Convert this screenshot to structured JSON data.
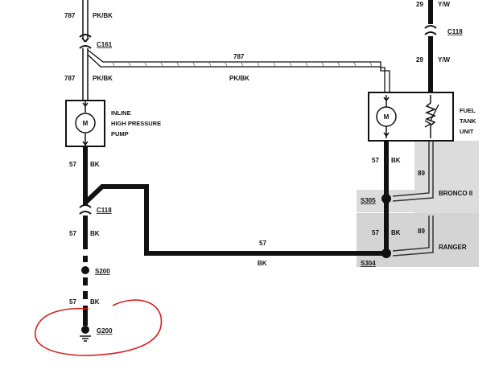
{
  "wires": {
    "left_top_circuit": "787",
    "left_top_color": "PK/BK",
    "left_mid_circuit": "787",
    "left_mid_color": "PK/BK",
    "cross_circuit": "787",
    "cross_color": "PK/BK",
    "left_57_a_circuit": "57",
    "left_57_a_color": "BK",
    "left_57_b_circuit": "57",
    "left_57_b_color": "BK",
    "left_57_c_circuit": "57",
    "left_57_c_color": "BK",
    "right_top_circuit": "29",
    "right_top_color": "Y/W",
    "right_mid_circuit": "29",
    "right_mid_color": "Y/W",
    "right_57_a_circuit": "57",
    "right_57_a_color": "BK",
    "right_57_b_circuit": "57",
    "right_57_b_color": "BK",
    "bottom_circuit": "57",
    "bottom_color": "BK",
    "sender_a_circuit": "89",
    "sender_b_circuit": "89"
  },
  "connectors": {
    "c161": "C161",
    "c118_left": "C118",
    "c118_right": "C118"
  },
  "splices": {
    "s200": "S200",
    "s305": "S305",
    "s304": "S304"
  },
  "ground": "G200",
  "components": {
    "pump_label": [
      "INLINE",
      "HIGH PRESSURE",
      "PUMP"
    ],
    "tank_label": [
      "FUEL",
      "TANK",
      "UNIT"
    ],
    "motor_symbol": "M"
  },
  "variants": {
    "bronco": "BRONCO II",
    "ranger": "RANGER"
  },
  "colors": {
    "wire": "#111111",
    "shade": "#d9d9d9",
    "circle": "#d62020"
  }
}
